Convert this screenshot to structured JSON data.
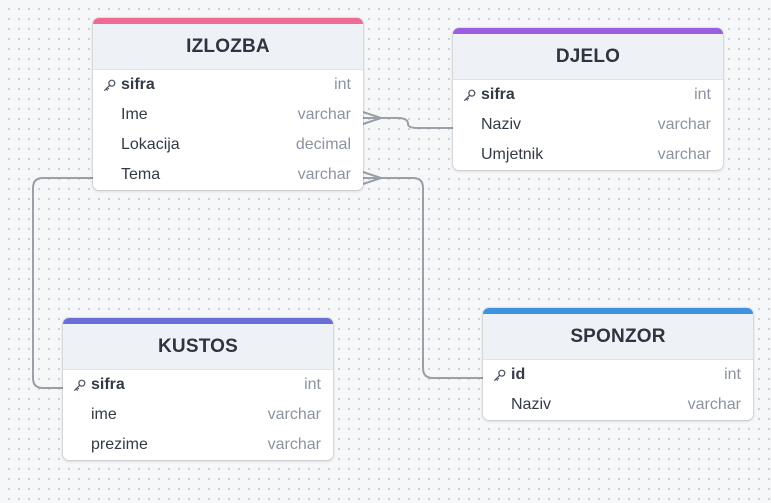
{
  "tables": [
    {
      "id": "izlozba",
      "title": "IZLOZBA",
      "accent": "#ef6b93",
      "fields": [
        {
          "name": "sifra",
          "type": "int",
          "pk": true
        },
        {
          "name": "Ime",
          "type": "varchar",
          "pk": false
        },
        {
          "name": "Lokacija",
          "type": "decimal",
          "pk": false
        },
        {
          "name": "Tema",
          "type": "varchar",
          "pk": false
        }
      ]
    },
    {
      "id": "djelo",
      "title": "DJELO",
      "accent": "#9b5ee0",
      "fields": [
        {
          "name": "sifra",
          "type": "int",
          "pk": true
        },
        {
          "name": "Naziv",
          "type": "varchar",
          "pk": false
        },
        {
          "name": "Umjetnik",
          "type": "varchar",
          "pk": false
        }
      ]
    },
    {
      "id": "kustos",
      "title": "KUSTOS",
      "accent": "#6a6fd8",
      "fields": [
        {
          "name": "sifra",
          "type": "int",
          "pk": true
        },
        {
          "name": "ime",
          "type": "varchar",
          "pk": false
        },
        {
          "name": "prezime",
          "type": "varchar",
          "pk": false
        }
      ]
    },
    {
      "id": "sponzor",
      "title": "SPONZOR",
      "accent": "#3d93e0",
      "fields": [
        {
          "name": "id",
          "type": "int",
          "pk": true
        },
        {
          "name": "Naziv",
          "type": "varchar",
          "pk": false
        }
      ]
    }
  ],
  "relations": [
    {
      "from": "izlozba.Ime",
      "from_end": "many",
      "to": "djelo.Naziv",
      "to_end": "one"
    },
    {
      "from": "izlozba.Tema",
      "from_end": "one",
      "to": "kustos.sifra",
      "to_end": "one"
    },
    {
      "from": "izlozba.Tema",
      "from_end": "many",
      "to": "sponzor.id",
      "to_end": "one"
    }
  ],
  "key_icon": "key-icon",
  "connector_color": "#9aa0a8"
}
